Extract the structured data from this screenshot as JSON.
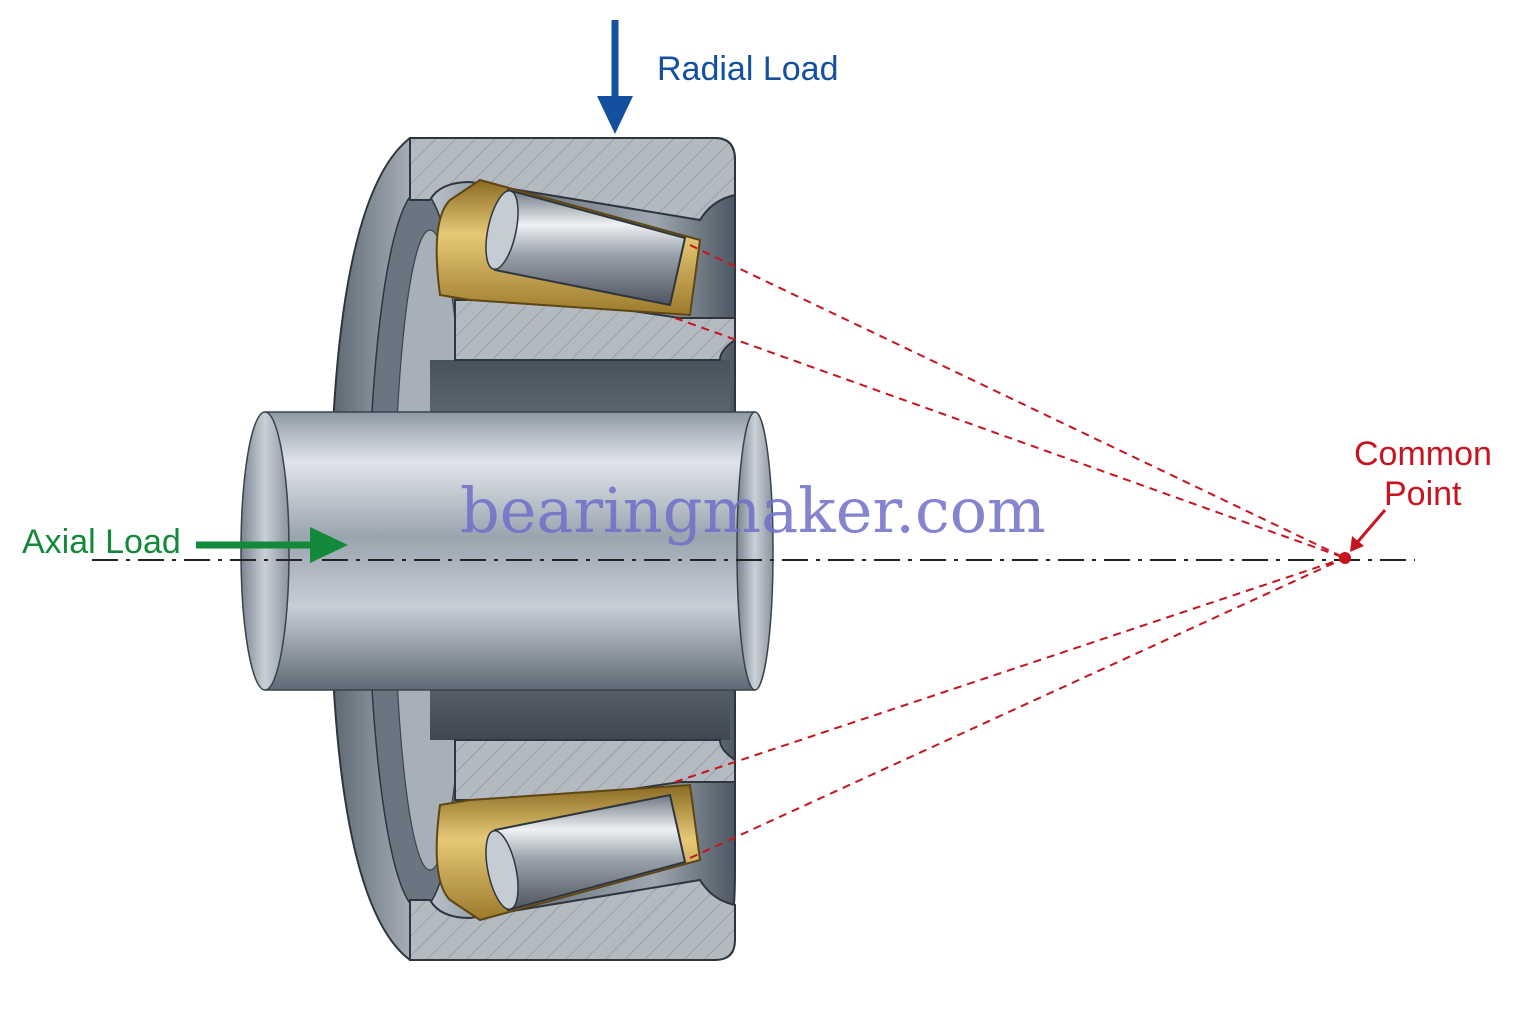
{
  "labels": {
    "radial_load": "Radial Load",
    "axial_load": "Axial Load",
    "common_point_line1": "Common",
    "common_point_line2": "Point"
  },
  "watermark": "bearingmaker.com",
  "colors": {
    "radial": "#1450a0",
    "axial": "#138a3a",
    "common_point": "#c8141e",
    "steel_light": "#d9dee4",
    "steel_dark": "#4a5562",
    "cage": "#c9a24a",
    "section": "#aab1ba",
    "watermark": "#6f6fc8"
  },
  "icons": {
    "radial_arrow": "arrow-down-icon",
    "axial_arrow": "arrow-right-icon",
    "pointer": "arrow-down-left-icon"
  }
}
